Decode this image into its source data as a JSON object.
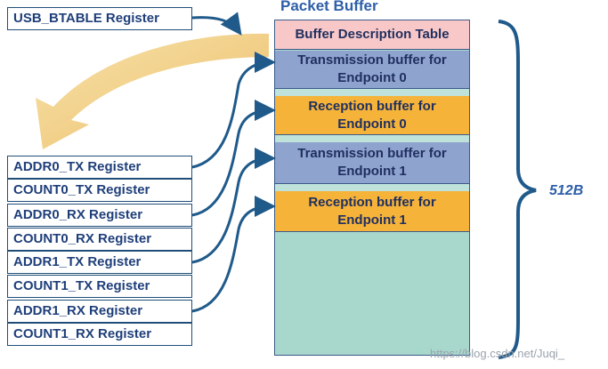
{
  "packet_buffer": {
    "title": "Packet Buffer",
    "blocks": [
      {
        "label": "Buffer Description Table",
        "color": "#f8c8c8"
      },
      {
        "label": "Transmission buffer for\nEndpoint 0",
        "color": "#8fa3cf"
      },
      {
        "label": "Reception buffer for\nEndpoint 0",
        "color": "#f5b33a"
      },
      {
        "label": "Transmission buffer for\nEndpoint 1",
        "color": "#8fa3cf"
      },
      {
        "label": "Reception buffer for\nEndpoint 1",
        "color": "#f5b33a"
      }
    ],
    "fill_color": "#a8d8cc",
    "spacer_color": "#bfe3da",
    "size_label": "512B"
  },
  "registers": {
    "btable": "USB_BTABLE Register",
    "list": [
      "ADDR0_TX Register",
      "COUNT0_TX Register",
      "ADDR0_RX Register",
      "COUNT0_RX Register",
      "ADDR1_TX Register",
      "COUNT1_TX Register",
      "ADDR1_RX Register",
      "COUNT1_RX Register"
    ]
  },
  "watermark": "https://blog.csdn.net/Juqi_",
  "colors": {
    "arrow": "#1f5a8a",
    "curved_arrow": "#f0c870",
    "brace": "#1f5a8a"
  }
}
